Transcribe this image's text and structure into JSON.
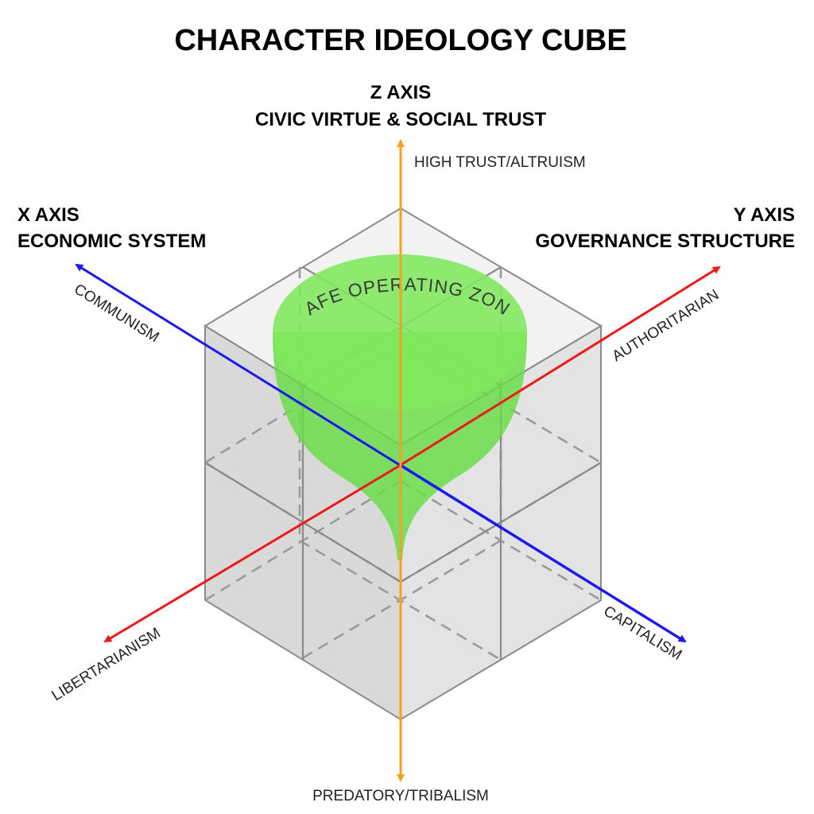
{
  "title": "CHARACTER IDEOLOGY CUBE",
  "z_axis": {
    "heading_line1": "Z AXIS",
    "heading_line2": "CIVIC VIRTUE & SOCIAL TRUST",
    "positive_pole": "HIGH TRUST/ALTRUISM",
    "negative_pole": "PREDATORY/TRIBALISM",
    "color": "#f5a020"
  },
  "x_axis": {
    "heading_line1": "X AXIS",
    "heading_line2": "ECONOMIC SYSTEM",
    "positive_pole": "COMMUNISM",
    "negative_pole": "CAPITALISM",
    "color": "#1a1aee"
  },
  "y_axis": {
    "heading_line1": "Y AXIS",
    "heading_line2": "GOVERNANCE STRUCTURE",
    "positive_pole": "AUTHORITARIAN",
    "negative_pole": "LIBERTARIANISM",
    "color": "#ee1a1a"
  },
  "zone": {
    "label": "SAFE OPERATING ZONE",
    "color": "#66dd44"
  },
  "cube_color": "#c8c8c8"
}
